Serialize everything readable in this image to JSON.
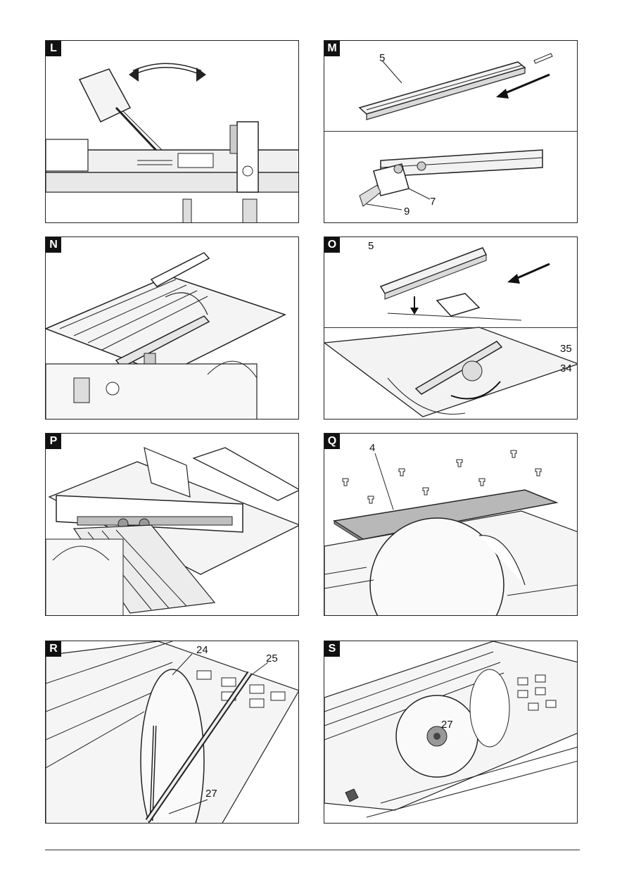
{
  "panels": {
    "L": {
      "label": "L",
      "callouts": []
    },
    "M": {
      "label": "M",
      "callouts": [
        "5",
        "7",
        "9"
      ]
    },
    "N": {
      "label": "N",
      "callouts": []
    },
    "O": {
      "label": "O",
      "callouts": [
        "5",
        "35",
        "34"
      ]
    },
    "P": {
      "label": "P",
      "callouts": []
    },
    "Q": {
      "label": "Q",
      "callouts": [
        "4"
      ]
    },
    "R": {
      "label": "R",
      "callouts": [
        "24",
        "25",
        "27"
      ]
    },
    "S": {
      "label": "S",
      "callouts": [
        "27"
      ]
    }
  },
  "colors": {
    "line": "#222222",
    "panel_bg": "#ffffff",
    "shade": "#d9d9d9",
    "dark_shade": "#9a9a9a"
  }
}
